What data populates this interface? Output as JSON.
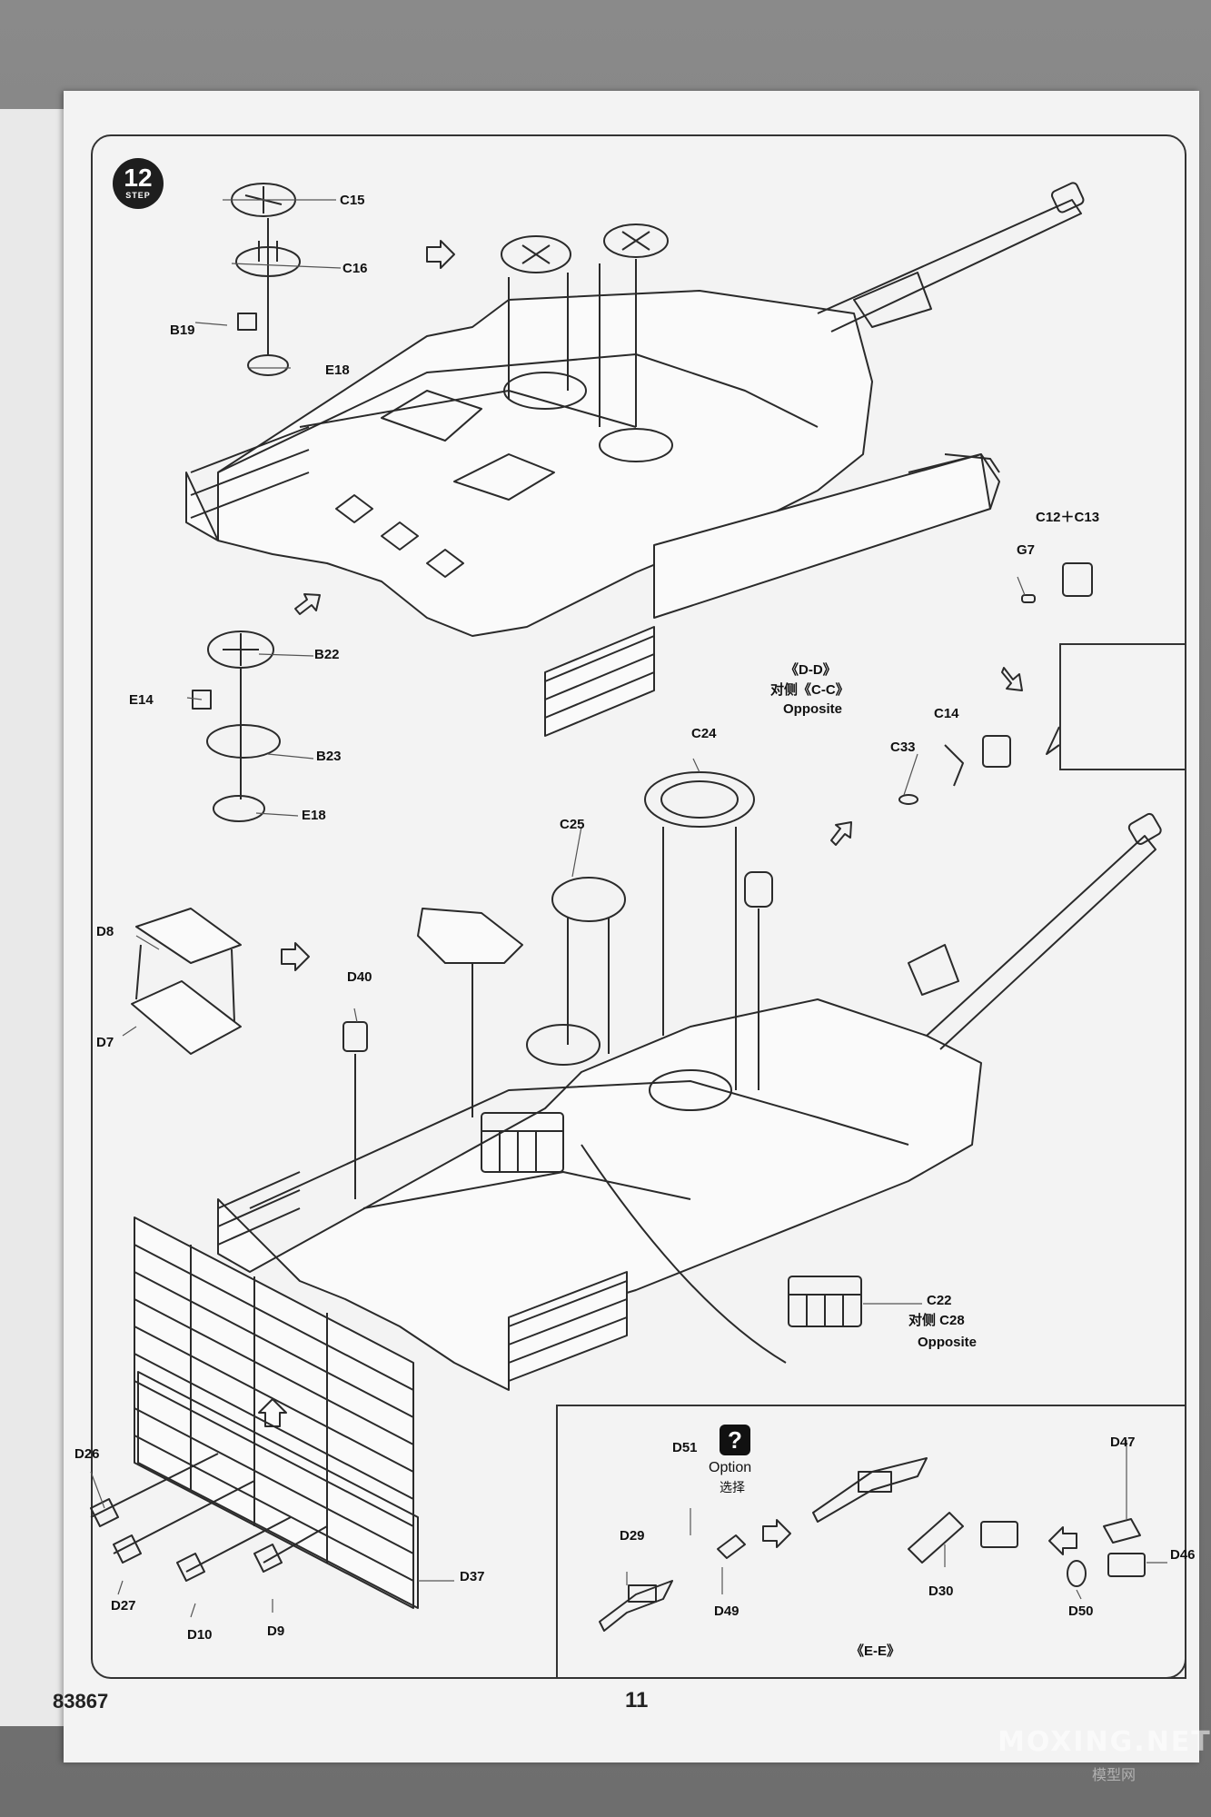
{
  "step": {
    "number": "12",
    "word": "STEP"
  },
  "labels": {
    "c15": "C15",
    "c16": "C16",
    "b19": "B19",
    "e18_top": "E18",
    "b22": "B22",
    "e14": "E14",
    "b23": "B23",
    "e18_mid": "E18",
    "dd": "《D-D》",
    "cc": "对侧《C-C》",
    "opposite_1": "Opposite",
    "c12c13": "C12＋C13",
    "g7": "G7",
    "c14": "C14",
    "c33": "C33",
    "c24": "C24",
    "c25": "C25",
    "d8": "D8",
    "d7": "D7",
    "d40": "D40",
    "c22": "C22",
    "c28": "对侧 C28",
    "opposite_2": "Opposite",
    "d26": "D26",
    "d27": "D27",
    "d10": "D10",
    "d9": "D9",
    "d37": "D37",
    "d51": "D51",
    "option_en": "Option",
    "option_cn": "选择",
    "d29": "D29",
    "d49": "D49",
    "d30": "D30",
    "d47": "D47",
    "d46": "D46",
    "d50": "D50",
    "ee": "《E-E》"
  },
  "option_icon": "?",
  "footer": {
    "code": "83867",
    "page": "11"
  },
  "watermark": {
    "main": "MOXING.NET",
    "sub": "模型网"
  }
}
